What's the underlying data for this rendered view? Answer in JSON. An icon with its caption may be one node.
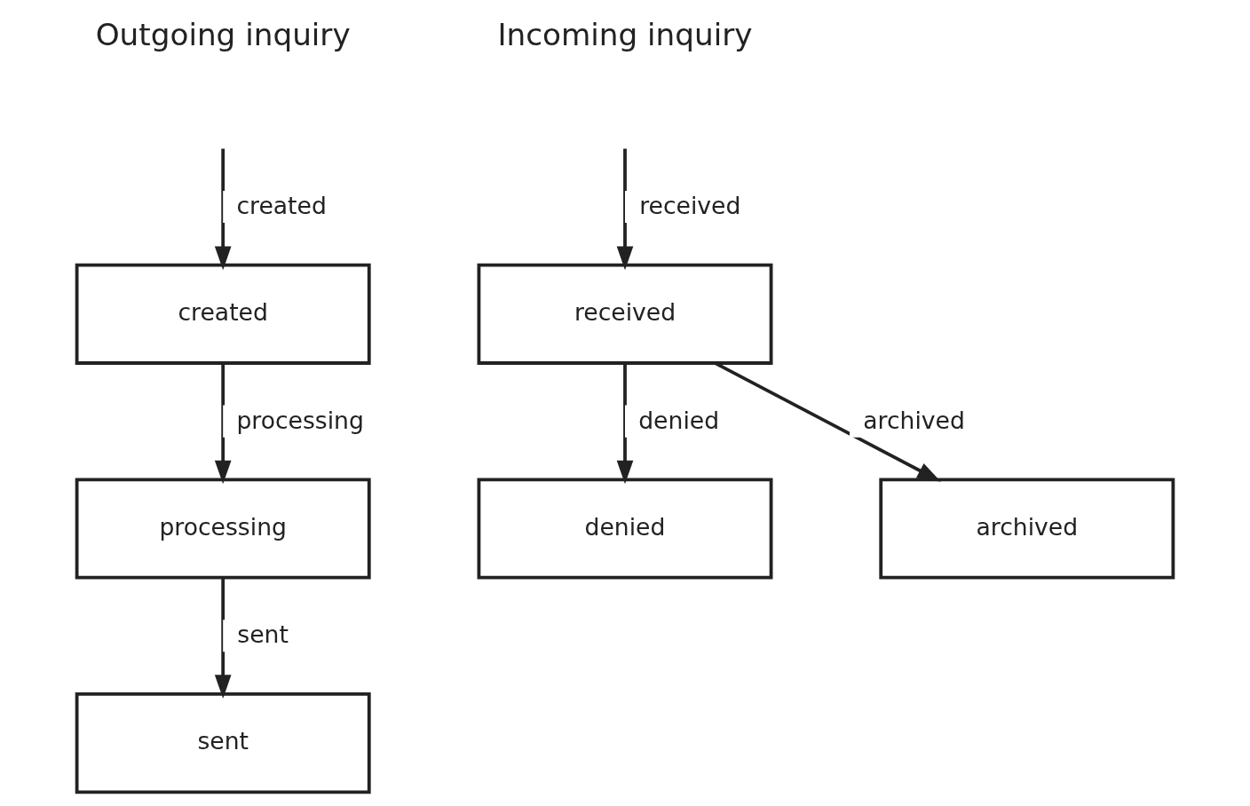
{
  "diagram": {
    "nodes": [
      {
        "text": [
          "created"
        ]
      },
      {
        "text": [
          "processing"
        ]
      },
      {
        "text": [
          "sent"
        ]
      },
      {
        "text": [
          "received"
        ]
      },
      {
        "text": [
          "denied"
        ]
      },
      {
        "text": [
          "archived"
        ]
      }
    ],
    "edges": [
      {
        "from": null,
        "to": 0,
        "arrow": "to",
        "label": "created"
      },
      {
        "from": 0,
        "to": 1,
        "arrow": "to",
        "label": "processing"
      },
      {
        "from": 1,
        "to": 2,
        "arrow": "to",
        "label": "sent"
      },
      {
        "from": null,
        "to": 3,
        "arrow": "to",
        "label": "received"
      },
      {
        "from": 3,
        "to": 4,
        "arrow": "to",
        "label": "denied"
      },
      {
        "from": 3,
        "to": 5,
        "arrow": "to",
        "label": "archived"
      }
    ],
    "labels": [
      "Outgoing inquiry",
      "Incoming inquiry"
    ]
  }
}
